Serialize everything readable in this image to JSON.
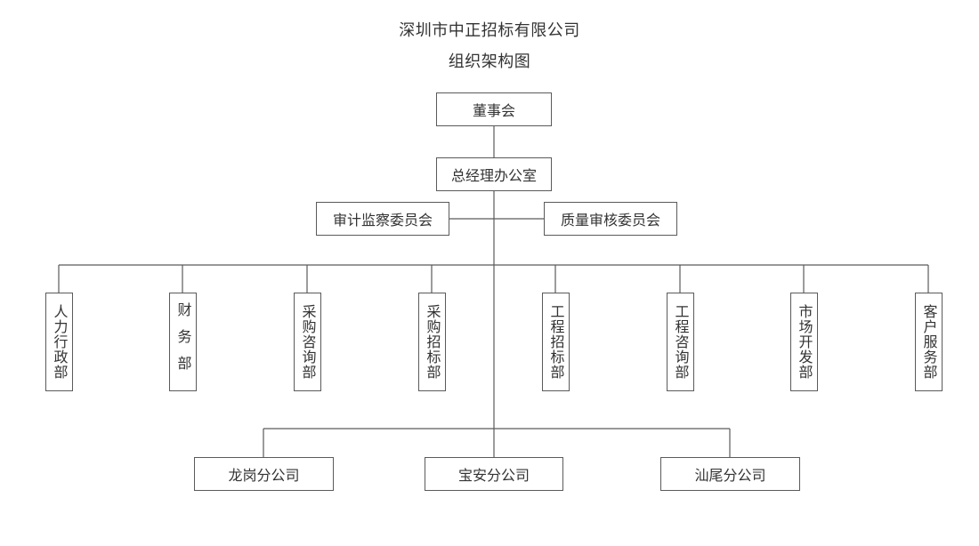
{
  "diagram": {
    "company_title": "深圳市中正招标有限公司",
    "chart_title": "组织架构图",
    "top": {
      "board": "董事会",
      "gm_office": "总经理办公室"
    },
    "committees": {
      "left": "审计监察委员会",
      "right": "质量审核委员会"
    },
    "departments": [
      "人力行政部",
      "财务部",
      "采购咨询部",
      "采购招标部",
      "工程招标部",
      "工程咨询部",
      "市场开发部",
      "客户服务部"
    ],
    "branches": [
      "龙岗分公司",
      "宝安分公司",
      "汕尾分公司"
    ]
  }
}
